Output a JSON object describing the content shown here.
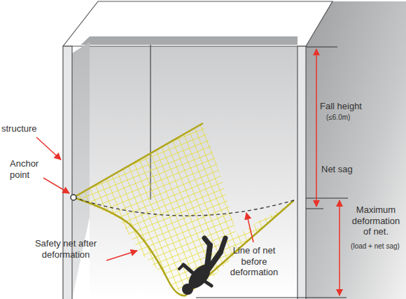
{
  "diagram": {
    "labels": [
      "structure",
      "Anchor point",
      "Safety net after deformation",
      "Line of net before deformation",
      "Fall height",
      "(≤6.0m)",
      "Net sag",
      "Maximum deformation of net.",
      "(load + net sag)"
    ]
  }
}
